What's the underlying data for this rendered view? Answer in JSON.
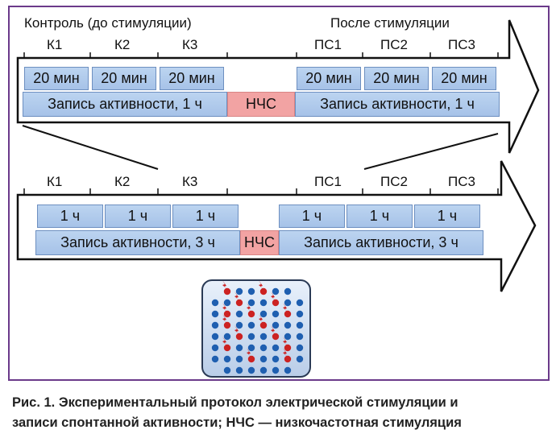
{
  "top": {
    "control_title": "Контроль (до стимуляции)",
    "after_title": "После  стимуляции",
    "segments": [
      "К1",
      "К2",
      "К3",
      "ПС1",
      "ПС2",
      "ПС3"
    ],
    "durations": [
      "20 мин",
      "20 мин",
      "20 мин",
      "20 мин",
      "20 мин",
      "20 мин"
    ],
    "record_left": "Запись активности, 1 ч",
    "stim": "НЧС",
    "record_right": "Запись активности, 1 ч"
  },
  "bottom": {
    "segments": [
      "К1",
      "К2",
      "К3",
      "ПС1",
      "ПС2",
      "ПС3"
    ],
    "durations": [
      "1 ч",
      "1 ч",
      "1 ч",
      "1 ч",
      "1 ч",
      "1 ч"
    ],
    "record_left": "Запись активности, 3 ч",
    "stim": "НЧС",
    "record_right": "Запись активности, 3 ч"
  },
  "caption": {
    "line1": "Рис. 1. Экспериментальный протокол электрической стимуляции и",
    "line2": "записи спонтанной активности; НЧС — низкочастотная стимуляция"
  },
  "colors": {
    "frame": "#6b3a8a",
    "box_fill": "#b3cdef",
    "stim_fill": "#f2a3a3",
    "electrode_blue": "#1f5fb0",
    "electrode_red": "#cc2222"
  }
}
